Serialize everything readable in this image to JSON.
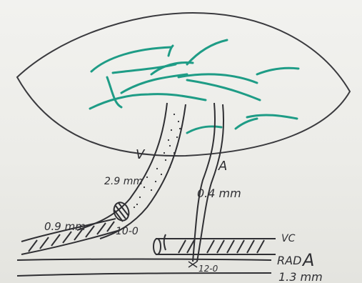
{
  "labels": {
    "vein": "V",
    "artery": "A",
    "vein_diameter": "2.9 mm",
    "artery_diameter": "0.4 mm",
    "vein_graft_diameter": "0.9 mm",
    "vein_suture": "10-0",
    "vc": "VC",
    "rad": "RAD",
    "rad_a": "A",
    "artery_suture": "12-0",
    "rad_diameter": "1.3 mm"
  },
  "colors": {
    "ink": "#2f2f33",
    "vessel_green": "#1e9c86",
    "board": "#f0f0ed"
  }
}
